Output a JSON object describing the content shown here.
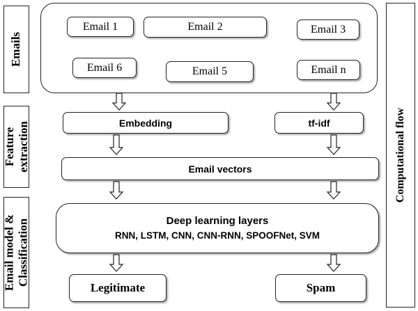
{
  "sections": {
    "emails": "Emails",
    "feature": [
      "Feature",
      "extraction"
    ],
    "model": [
      "Email model &",
      "Classification"
    ]
  },
  "flow_label": "Computational flow",
  "emails": {
    "e1": "Email  1",
    "e2": "Email  2",
    "e3": "Email  3",
    "e6": "Email  6",
    "e5": "Email  5",
    "en": "Email  n"
  },
  "features": {
    "embedding": "Embedding",
    "tfidf": "tf-idf",
    "vectors": "Email vectors"
  },
  "deep_learning": {
    "title": "Deep learning layers",
    "models": "RNN, LSTM, CNN, CNN-RNN, SPOOFNet, SVM"
  },
  "outputs": {
    "legitimate": "Legitimate",
    "spam": "Spam"
  }
}
